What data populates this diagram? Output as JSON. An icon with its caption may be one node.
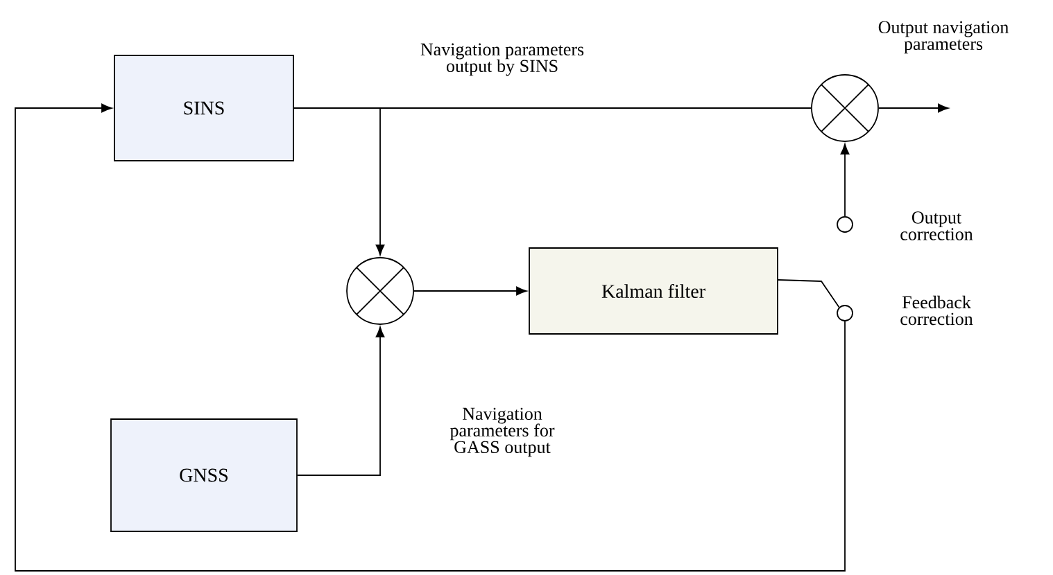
{
  "diagram": {
    "nodes": [
      {
        "text": [
          "SINS"
        ]
      },
      {
        "text": [
          "Kalman filter"
        ]
      },
      {
        "text": [
          "GNSS"
        ]
      },
      {
        "text": [],
        "shape": "circle"
      },
      {
        "text": [],
        "shape": "circle"
      },
      {
        "text": [],
        "shape": "circle",
        "beside": [
          "Output correction"
        ]
      },
      {
        "text": [],
        "shape": "circle",
        "beside": [
          "Feedback correction"
        ]
      }
    ],
    "edges": [
      {
        "from": 0,
        "to": 3,
        "arrow": "none",
        "label": "Navigation parameters output by SINS"
      },
      {
        "from": 0,
        "to": 4,
        "arrow": "to"
      },
      {
        "from": 2,
        "to": 4,
        "arrow": "to",
        "label": "Navigation parameters for GASS output"
      },
      {
        "from": 4,
        "to": 1,
        "arrow": "to"
      },
      {
        "from": 5,
        "to": 3,
        "arrow": "to"
      },
      {
        "from": 1,
        "to": 6,
        "arrow": "none"
      },
      {
        "from": 6,
        "to": 0,
        "arrow": "to"
      },
      {
        "from": 3,
        "to": null,
        "arrow": "to"
      }
    ],
    "labels": [
      "Output navigation parameters"
    ]
  }
}
